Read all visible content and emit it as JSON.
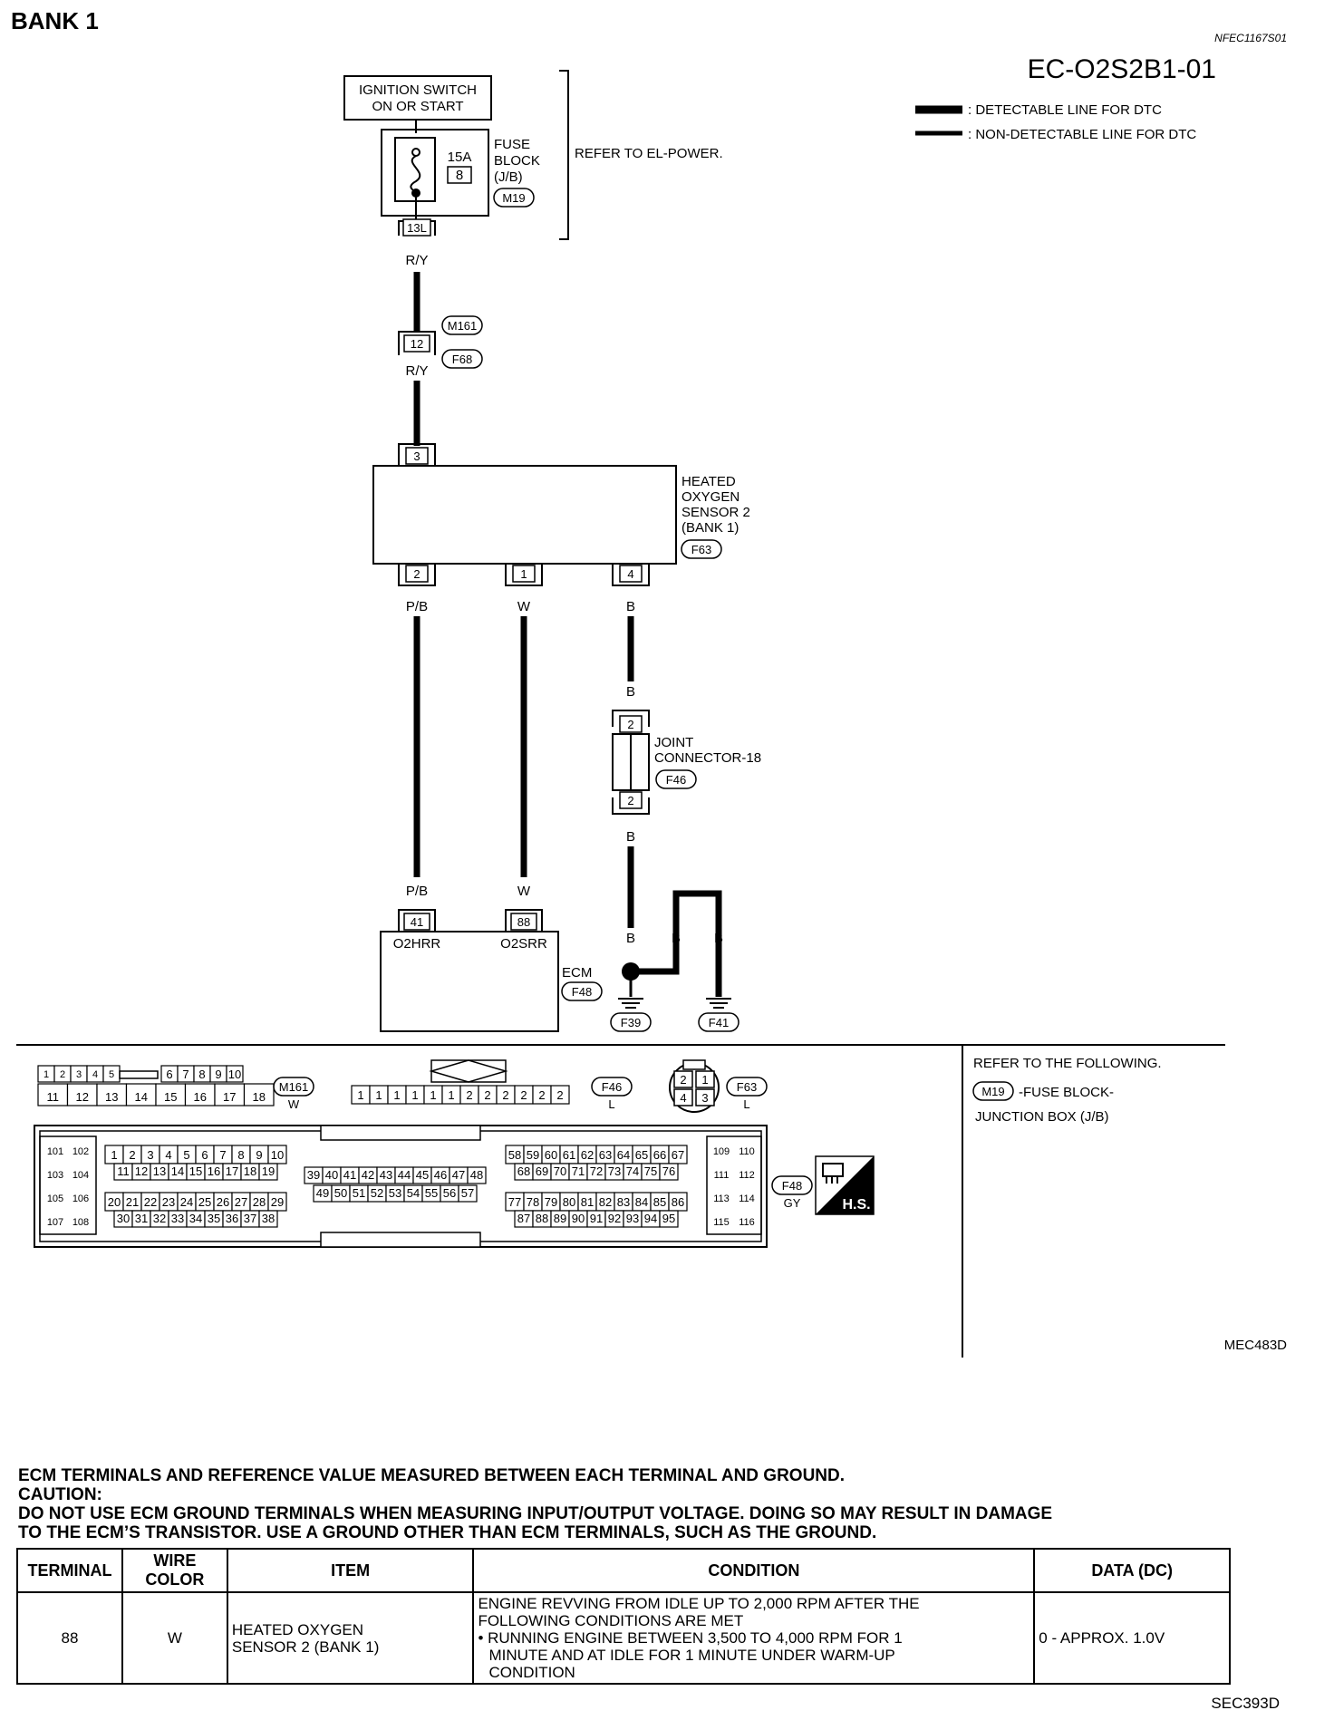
{
  "header": {
    "title": "BANK 1",
    "doc_code": "NFEC1167S01",
    "diagram_code": "EC-O2S2B1-01"
  },
  "legend": {
    "detectable": ": DETECTABLE LINE FOR DTC",
    "non_detectable": ": NON-DETECTABLE LINE FOR DTC"
  },
  "components": {
    "ignition_line1": "IGNITION SWITCH",
    "ignition_line2": "ON OR START",
    "fuse_rating": "15A",
    "fuse_number": "8",
    "fuse_block_line1": "FUSE",
    "fuse_block_line2": "BLOCK",
    "fuse_block_line3": "(J/B)",
    "fuse_block_conn": "M19",
    "fuse_terminal": "13L",
    "refer_power": "REFER TO EL-POWER.",
    "inline_conn_m": "M161",
    "inline_conn_f": "F68",
    "inline_terminal": "12",
    "sensor_line1": "HEATED",
    "sensor_line2": "OXYGEN",
    "sensor_line3": "SENSOR 2",
    "sensor_line4": "(BANK 1)",
    "sensor_conn": "F63",
    "sensor_pin_top": "3",
    "sensor_pin_a": "2",
    "sensor_pin_b": "1",
    "sensor_pin_c": "4",
    "joint_line1": "JOINT",
    "joint_line2": "CONNECTOR-18",
    "joint_conn": "F46",
    "joint_pin_top": "2",
    "joint_pin_bottom": "2",
    "ecm_pin_a": "41",
    "ecm_pin_b": "88",
    "ecm_label_a": "O2HRR",
    "ecm_label_b": "O2SRR",
    "ecm_name": "ECM",
    "ecm_conn": "F48",
    "ground_1": "F39",
    "ground_2": "F41"
  },
  "wires": {
    "ry": "R/Y",
    "pb": "P/B",
    "w": "W",
    "b": "B"
  },
  "connectors": {
    "m161_name": "M161",
    "m161_color": "W",
    "m161_row1": [
      "1",
      "2",
      "3",
      "4",
      "5",
      "6",
      "7",
      "8",
      "9",
      "10"
    ],
    "m161_row2": [
      "11",
      "12",
      "13",
      "14",
      "15",
      "16",
      "17",
      "18"
    ],
    "f46_name": "F46",
    "f46_color": "L",
    "f46_pins": [
      "1",
      "1",
      "1",
      "1",
      "1",
      "1",
      "2",
      "2",
      "2",
      "2",
      "2",
      "2"
    ],
    "f63_name": "F63",
    "f63_color": "L",
    "f63_pins": [
      "2",
      "1",
      "4",
      "3"
    ],
    "f48_name": "F48",
    "f48_color": "GY",
    "hs_label": "H.S.",
    "ecm_grid_left": [
      [
        "101",
        "102"
      ],
      [
        "103",
        "104"
      ],
      [
        "105",
        "106"
      ],
      [
        "107",
        "108"
      ]
    ],
    "ecm_row1": [
      "1",
      "2",
      "3",
      "4",
      "5",
      "6",
      "7",
      "8",
      "9",
      "10"
    ],
    "ecm_row2": [
      "11",
      "12",
      "13",
      "14",
      "15",
      "16",
      "17",
      "18",
      "19"
    ],
    "ecm_row3": [
      "20",
      "21",
      "22",
      "23",
      "24",
      "25",
      "26",
      "27",
      "28",
      "29"
    ],
    "ecm_row4": [
      "30",
      "31",
      "32",
      "33",
      "34",
      "35",
      "36",
      "37",
      "38"
    ],
    "ecm_mid1": [
      "39",
      "40",
      "41",
      "42",
      "43",
      "44",
      "45",
      "46",
      "47",
      "48"
    ],
    "ecm_mid2": [
      "49",
      "50",
      "51",
      "52",
      "53",
      "54",
      "55",
      "56",
      "57"
    ],
    "ecm_r1": [
      "58",
      "59",
      "60",
      "61",
      "62",
      "63",
      "64",
      "65",
      "66",
      "67"
    ],
    "ecm_r2": [
      "68",
      "69",
      "70",
      "71",
      "72",
      "73",
      "74",
      "75",
      "76"
    ],
    "ecm_r3": [
      "77",
      "78",
      "79",
      "80",
      "81",
      "82",
      "83",
      "84",
      "85",
      "86"
    ],
    "ecm_r4": [
      "87",
      "88",
      "89",
      "90",
      "91",
      "92",
      "93",
      "94",
      "95"
    ],
    "ecm_grid_right": [
      [
        "109",
        "110"
      ],
      [
        "111",
        "112"
      ],
      [
        "113",
        "114"
      ],
      [
        "115",
        "116"
      ]
    ]
  },
  "refer": {
    "line1": "REFER TO THE FOLLOWING.",
    "conn": "M19",
    "line2": "-FUSE BLOCK-",
    "line3": "JUNCTION BOX (J/B)",
    "code": "MEC483D"
  },
  "notes": {
    "line1": "ECM TERMINALS AND REFERENCE VALUE MEASURED BETWEEN EACH TERMINAL AND GROUND.",
    "line2": "CAUTION:",
    "line3": "DO NOT USE ECM GROUND TERMINALS WHEN MEASURING INPUT/OUTPUT VOLTAGE. DOING SO MAY RESULT IN DAMAGE",
    "line4": "TO THE ECM’S TRANSISTOR. USE A GROUND OTHER THAN ECM TERMINALS, SUCH AS THE GROUND."
  },
  "table": {
    "headers": [
      "TERMINAL",
      "WIRE COLOR",
      "ITEM",
      "CONDITION",
      "DATA (DC)"
    ],
    "row": {
      "terminal": "88",
      "wire_color": "W",
      "item_line1": "HEATED OXYGEN",
      "item_line2": "SENSOR 2 (BANK 1)",
      "cond_line1": "ENGINE REVVING FROM IDLE UP TO 2,000 RPM AFTER THE",
      "cond_line2": "FOLLOWING CONDITIONS ARE MET",
      "cond_line3": "• RUNNING ENGINE BETWEEN 3,500 TO 4,000 RPM FOR 1",
      "cond_line4": "MINUTE AND AT IDLE FOR 1 MINUTE UNDER WARM-UP",
      "cond_line5": "CONDITION",
      "data": "0 - APPROX. 1.0V"
    }
  },
  "footer": {
    "code": "SEC393D"
  }
}
